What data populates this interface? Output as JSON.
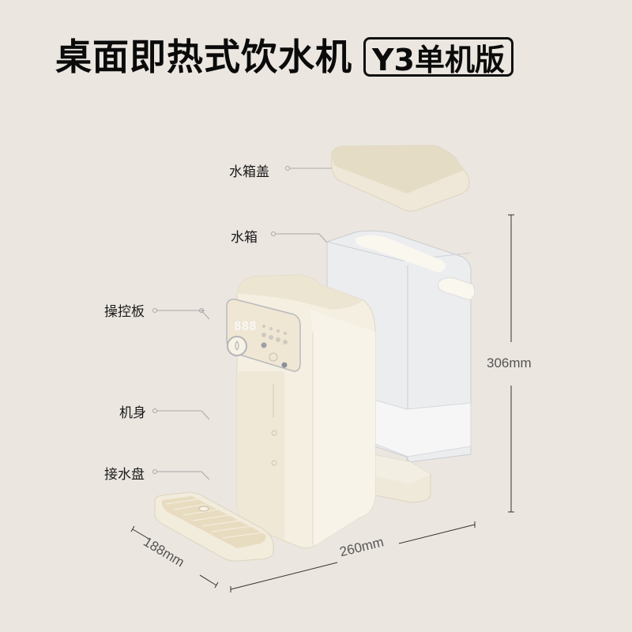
{
  "header": {
    "title": "桌面即热式饮水机",
    "badge": "Y3单机版"
  },
  "callouts": [
    {
      "id": "tank-lid",
      "label": "水箱盖"
    },
    {
      "id": "tank",
      "label": "水箱"
    },
    {
      "id": "control-panel",
      "label": "操控板"
    },
    {
      "id": "body",
      "label": "机身"
    },
    {
      "id": "drip-tray",
      "label": "接水盘"
    }
  ],
  "dimensions": {
    "height": "306mm",
    "width": "260mm",
    "depth": "188mm"
  },
  "display": {
    "digits": "888"
  },
  "colors": {
    "background": "#ebe6e0",
    "product": "#f3eedf",
    "product_shade": "#e6dfcb",
    "tank": "#e4e6ea",
    "line": "#9a9a9a",
    "text": "#111111"
  }
}
